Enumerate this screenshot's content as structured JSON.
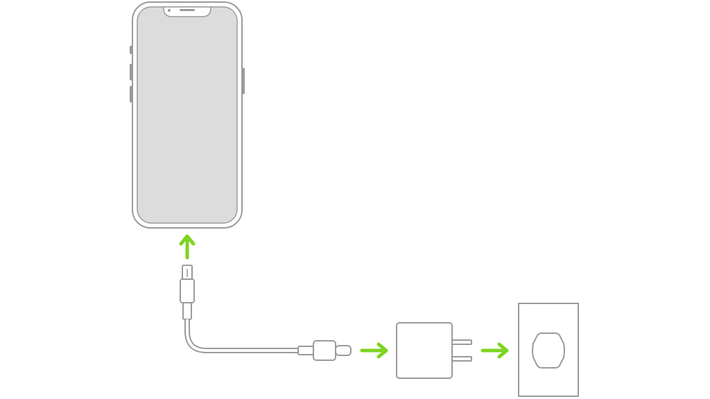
{
  "diagram": {
    "colors": {
      "background": "#ffffff",
      "outline": "#9a9a9a",
      "screen": "#dcdcdc",
      "device_fill": "#ffffff",
      "arrow": "#7ed321"
    },
    "icons": {
      "phone": "iphone-icon",
      "cable": "lightning-to-usb-c-cable-icon",
      "adapter": "power-adapter-icon",
      "outlet": "wall-outlet-icon",
      "arrow": "arrow-icon"
    },
    "steps": [
      {
        "from": "cable",
        "to": "phone",
        "direction": "up"
      },
      {
        "from": "cable",
        "to": "adapter",
        "direction": "right"
      },
      {
        "from": "adapter",
        "to": "outlet",
        "direction": "right"
      }
    ]
  }
}
